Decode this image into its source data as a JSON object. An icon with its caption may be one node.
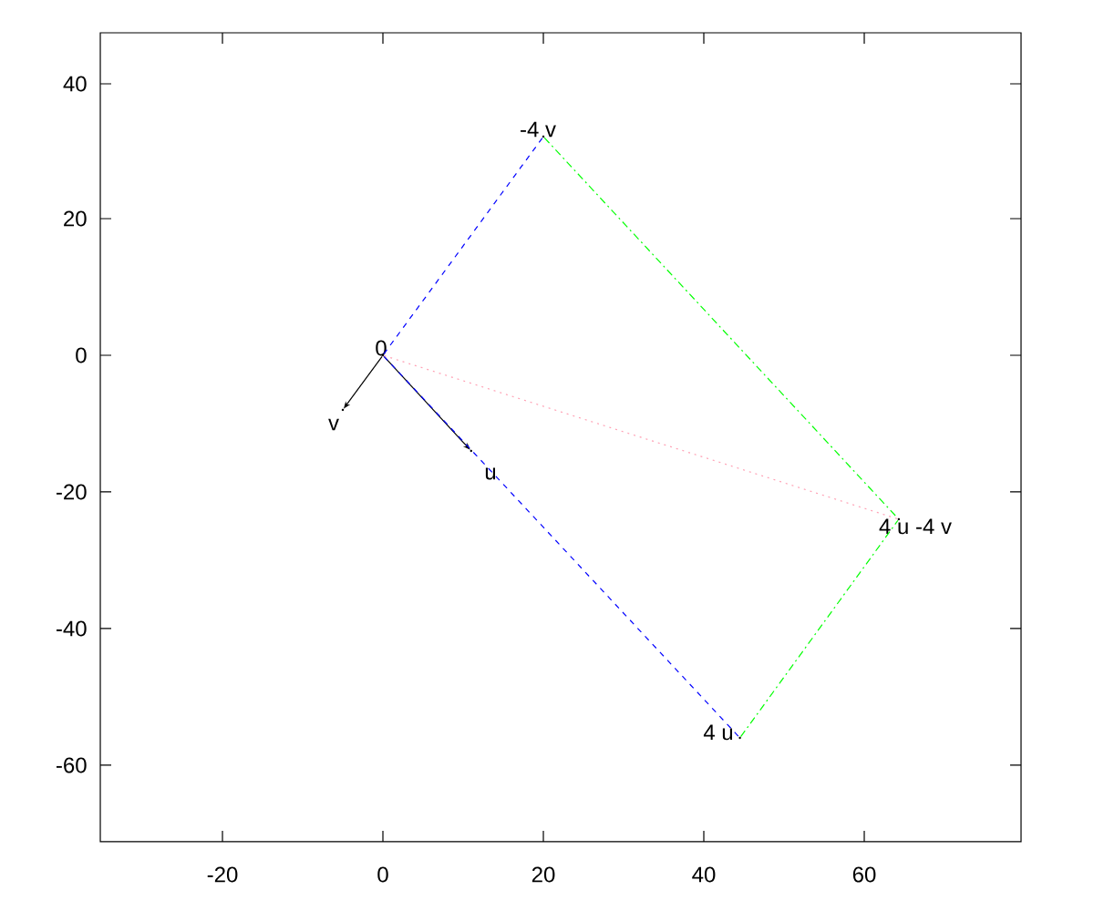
{
  "diagram": {
    "nodes": [
      {
        "text": [],
        "shape": "point",
        "beside": [
          "0"
        ]
      },
      {
        "text": [],
        "shape": "point",
        "beside": [
          "v"
        ]
      },
      {
        "text": [],
        "shape": "point",
        "beside": [
          "u"
        ]
      },
      {
        "text": [],
        "shape": "point",
        "beside": [
          "-4 v"
        ]
      },
      {
        "text": [],
        "shape": "point",
        "beside": [
          "4 u"
        ]
      },
      {
        "text": [],
        "shape": "point",
        "beside": [
          "4 u -4 v"
        ]
      }
    ],
    "edges": [
      {
        "from": 0,
        "to": 1,
        "arrow": "to"
      },
      {
        "from": 0,
        "to": 2,
        "arrow": "to"
      },
      {
        "from": 0,
        "to": 3,
        "arrow": "none",
        "style": "dashed",
        "color": "#0000ff"
      },
      {
        "from": 0,
        "to": 4,
        "arrow": "none",
        "style": "dashed",
        "color": "#0000ff"
      },
      {
        "from": 3,
        "to": 5,
        "arrow": "none",
        "style": "dashed",
        "color": "#00ff00"
      },
      {
        "from": 4,
        "to": 5,
        "arrow": "none",
        "style": "dashed",
        "color": "#00ff00"
      },
      {
        "from": 0,
        "to": 5,
        "arrow": "none",
        "style": "dashed",
        "color": "#ffa0b4"
      }
    ],
    "labels": [
      "40",
      "20",
      "0",
      "-20",
      "-40",
      "-60",
      "-20",
      "0",
      "20",
      "40",
      "60"
    ]
  }
}
